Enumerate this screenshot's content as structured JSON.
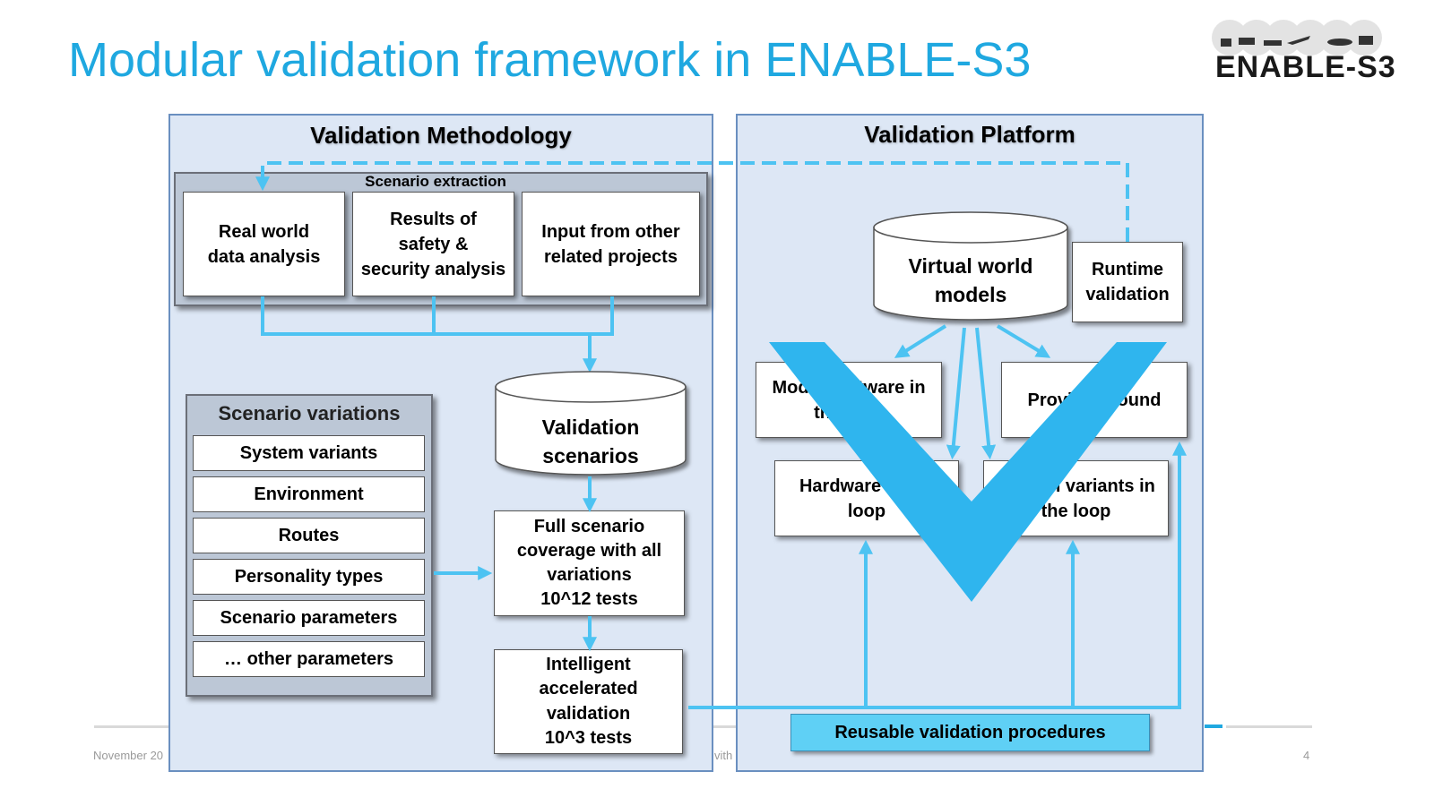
{
  "slide": {
    "title": "Modular validation framework in ENABLE-S3",
    "footer_date": "November 20",
    "footer_middle": "vith",
    "page_number": "4"
  },
  "logo": {
    "text": "ENABLE-S3"
  },
  "methodology": {
    "title": "Validation Methodology",
    "extraction": {
      "title": "Scenario extraction",
      "boxes": [
        "Real world\ndata analysis",
        "Results of\nsafety &\nsecurity analysis",
        "Input from other\nrelated projects"
      ]
    },
    "validation_scenarios": "Validation\nscenarios",
    "variations": {
      "title": "Scenario  variations",
      "items": [
        "System variants",
        "Environment",
        "Routes",
        "Personality types",
        "Scenario parameters",
        "… other parameters"
      ]
    },
    "full_coverage": "Full scenario\ncoverage with all\nvariations\n10^12 tests",
    "accelerated": "Intelligent\naccelerated\nvalidation\n10^3 tests"
  },
  "platform": {
    "title": "Validation Platform",
    "virtual_world": "Virtual  world\nmodels",
    "runtime": "Runtime\nvalidation",
    "mil": "Model/Software in\nthe loop",
    "proving_ground": "Proving ground",
    "hil": "Hardware in the\nloop",
    "sil": "System variants in\nthe loop",
    "reusable": "Reusable validation procedures"
  },
  "colors": {
    "title": "#1fa8e0",
    "connector": "#4dc3f2",
    "panel": "#dde7f5",
    "v_shape": "#2fb5ee",
    "reusable": "#5fd0f5"
  }
}
